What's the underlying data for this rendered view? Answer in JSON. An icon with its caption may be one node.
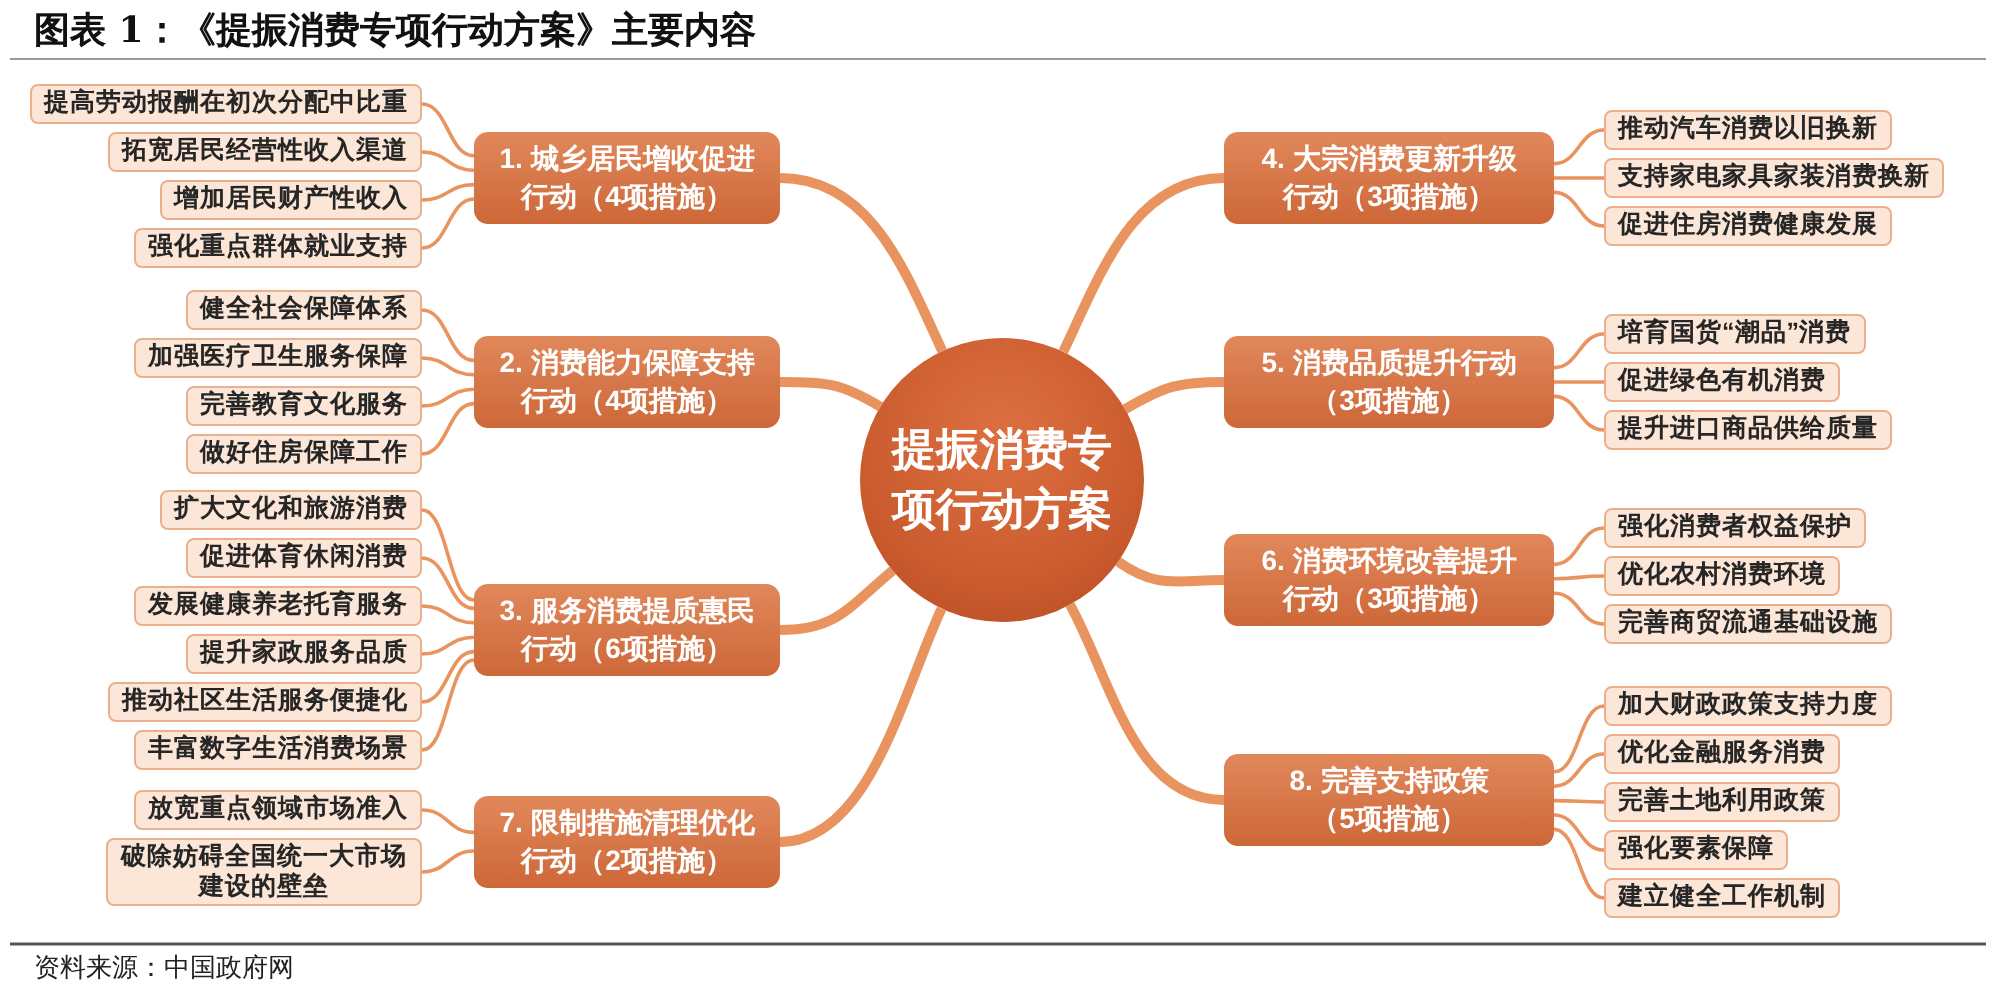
{
  "diagram": {
    "title": "图表 1：《提振消费专项行动方案》主要内容",
    "caption": "资料来源：中国政府网",
    "nodes": [
      {
        "text": [
          "提振消费专项行动方案"
        ]
      },
      {
        "text": [
          "1. 城乡居民增收促进行动（4项措施）"
        ]
      },
      {
        "text": [
          "提高劳动报酬在初次分配中比重"
        ]
      },
      {
        "text": [
          "拓宽居民经营性收入渠道"
        ]
      },
      {
        "text": [
          "增加居民财产性收入"
        ]
      },
      {
        "text": [
          "强化重点群体就业支持"
        ]
      },
      {
        "text": [
          "2. 消费能力保障支持行动（4项措施）"
        ]
      },
      {
        "text": [
          "健全社会保障体系"
        ]
      },
      {
        "text": [
          "加强医疗卫生服务保障"
        ]
      },
      {
        "text": [
          "完善教育文化服务"
        ]
      },
      {
        "text": [
          "做好住房保障工作"
        ]
      },
      {
        "text": [
          "3. 服务消费提质惠民行动（6项措施）"
        ]
      },
      {
        "text": [
          "扩大文化和旅游消费"
        ]
      },
      {
        "text": [
          "促进体育休闲消费"
        ]
      },
      {
        "text": [
          "发展健康养老托育服务"
        ]
      },
      {
        "text": [
          "提升家政服务品质"
        ]
      },
      {
        "text": [
          "推动社区生活服务便捷化"
        ]
      },
      {
        "text": [
          "丰富数字生活消费场景"
        ]
      },
      {
        "text": [
          "4. 大宗消费更新升级行动（3项措施）"
        ]
      },
      {
        "text": [
          "推动汽车消费以旧换新"
        ]
      },
      {
        "text": [
          "支持家电家具家装消费换新"
        ]
      },
      {
        "text": [
          "促进住房消费健康发展"
        ]
      },
      {
        "text": [
          "5. 消费品质提升行动（3项措施）"
        ]
      },
      {
        "text": [
          "培育国货“潮品”消费"
        ]
      },
      {
        "text": [
          "促进绿色有机消费"
        ]
      },
      {
        "text": [
          "提升进口商品供给质量"
        ]
      },
      {
        "text": [
          "6. 消费环境改善提升行动（3项措施）"
        ]
      },
      {
        "text": [
          "强化消费者权益保护"
        ]
      },
      {
        "text": [
          "优化农村消费环境"
        ]
      },
      {
        "text": [
          "完善商贸流通基础设施"
        ]
      },
      {
        "text": [
          "7. 限制措施清理优化行动（2项措施）"
        ]
      },
      {
        "text": [
          "放宽重点领域市场准入"
        ]
      },
      {
        "text": [
          "破除妨碍全国统一大市场建设的壁垒"
        ]
      },
      {
        "text": [
          "8. 完善支持政策（5项措施）"
        ]
      },
      {
        "text": [
          "加大财政政策支持力度"
        ]
      },
      {
        "text": [
          "优化金融服务消费"
        ]
      },
      {
        "text": [
          "完善土地利用政策"
        ]
      },
      {
        "text": [
          "强化要素保障"
        ]
      },
      {
        "text": [
          "建立健全工作机制"
        ]
      }
    ],
    "edges": [
      {
        "from": 0,
        "to": 1,
        "arrow": "none",
        "style": "thick"
      },
      {
        "from": 0,
        "to": 6,
        "arrow": "none",
        "style": "thick"
      },
      {
        "from": 0,
        "to": 11,
        "arrow": "none",
        "style": "thick"
      },
      {
        "from": 0,
        "to": 18,
        "arrow": "none",
        "style": "thick"
      },
      {
        "from": 0,
        "to": 22,
        "arrow": "none",
        "style": "thick"
      },
      {
        "from": 0,
        "to": 26,
        "arrow": "none",
        "style": "thick"
      },
      {
        "from": 0,
        "to": 30,
        "arrow": "none",
        "style": "thick"
      },
      {
        "from": 0,
        "to": 33,
        "arrow": "none",
        "style": "thick"
      },
      {
        "from": 1,
        "to": 2,
        "arrow": "none"
      },
      {
        "from": 1,
        "to": 3,
        "arrow": "none"
      },
      {
        "from": 1,
        "to": 4,
        "arrow": "none"
      },
      {
        "from": 1,
        "to": 5,
        "arrow": "none"
      },
      {
        "from": 6,
        "to": 7,
        "arrow": "none"
      },
      {
        "from": 6,
        "to": 8,
        "arrow": "none"
      },
      {
        "from": 6,
        "to": 9,
        "arrow": "none"
      },
      {
        "from": 6,
        "to": 10,
        "arrow": "none"
      },
      {
        "from": 11,
        "to": 12,
        "arrow": "none"
      },
      {
        "from": 11,
        "to": 13,
        "arrow": "none"
      },
      {
        "from": 11,
        "to": 14,
        "arrow": "none"
      },
      {
        "from": 11,
        "to": 15,
        "arrow": "none"
      },
      {
        "from": 11,
        "to": 16,
        "arrow": "none"
      },
      {
        "from": 11,
        "to": 17,
        "arrow": "none"
      },
      {
        "from": 18,
        "to": 19,
        "arrow": "none"
      },
      {
        "from": 18,
        "to": 20,
        "arrow": "none"
      },
      {
        "from": 18,
        "to": 21,
        "arrow": "none"
      },
      {
        "from": 22,
        "to": 23,
        "arrow": "none"
      },
      {
        "from": 22,
        "to": 24,
        "arrow": "none"
      },
      {
        "from": 22,
        "to": 25,
        "arrow": "none"
      },
      {
        "from": 26,
        "to": 27,
        "arrow": "none"
      },
      {
        "from": 26,
        "to": 28,
        "arrow": "none"
      },
      {
        "from": 26,
        "to": 29,
        "arrow": "none"
      },
      {
        "from": 30,
        "to": 31,
        "arrow": "none"
      },
      {
        "from": 30,
        "to": 32,
        "arrow": "none"
      },
      {
        "from": 33,
        "to": 34,
        "arrow": "none"
      },
      {
        "from": 33,
        "to": 35,
        "arrow": "none"
      },
      {
        "from": 33,
        "to": 36,
        "arrow": "none"
      },
      {
        "from": 33,
        "to": 37,
        "arrow": "none"
      },
      {
        "from": 33,
        "to": 38,
        "arrow": "none"
      }
    ]
  }
}
